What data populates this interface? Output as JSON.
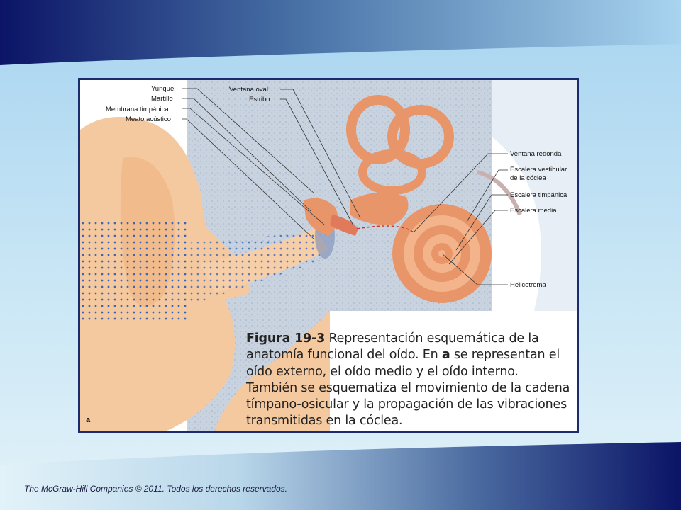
{
  "figure": {
    "labels_left": [
      "Yunque",
      "Martillo",
      "Membrana timpánica",
      "Meato acústico"
    ],
    "labels_center": [
      "Ventana oval",
      "Estribo"
    ],
    "labels_right": [
      "Ventana redonda",
      "Escalera vestibular",
      "de la cóclea",
      "Escalera timpánica",
      "Escalera media",
      "Helicotrema"
    ],
    "panel_letter": "a"
  },
  "caption": {
    "figure_label": "Figura 19-3",
    "text_1": " Representación esquemática de la anatomía funcional del oído. En ",
    "bold_letter": "a",
    "text_2": " se representan el oído externo, el oído medio y el oído interno. También se esquematiza el movimiento de la cadena tímpano-osicular y la propagación de las vibraciones transmitidas en la cóclea."
  },
  "footer": {
    "copyright": "The McGraw-Hill Companies © 2011. Todos los derechos reservados."
  },
  "colors": {
    "band_dark": "#0b1466",
    "band_light": "#a8d4f0",
    "frame_border": "#1a2b6e",
    "skin": "#f5c9a0",
    "bone": "#c9d3e0",
    "cochlea": "#e8956a"
  }
}
